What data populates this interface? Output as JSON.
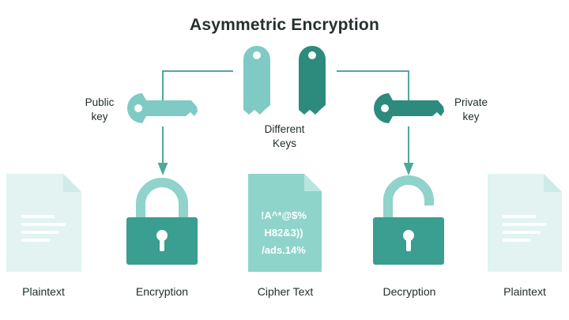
{
  "title": "Asymmetric Encryption",
  "labels": {
    "public_key": [
      "Public",
      "key"
    ],
    "private_key": [
      "Private",
      "key"
    ],
    "different_keys": [
      "Different",
      "Keys"
    ]
  },
  "stages": [
    {
      "id": "plaintext-left",
      "label": "Plaintext"
    },
    {
      "id": "encryption",
      "label": "Encryption"
    },
    {
      "id": "cipher-text",
      "label": "Cipher Text"
    },
    {
      "id": "decryption",
      "label": "Decryption"
    },
    {
      "id": "plaintext-right",
      "label": "Plaintext"
    }
  ],
  "cipher_lines": [
    "!A^*@$%",
    "H82&3))",
    "/ads.14%"
  ],
  "icons": {
    "public_key": "key-icon",
    "private_key": "key-icon",
    "lock_closed": "lock-closed-icon",
    "lock_open": "lock-open-icon",
    "document": "document-icon"
  },
  "colors": {
    "public_key": "#7fcac4",
    "private_key": "#2c8b7c",
    "lock_body": "#3a9e90",
    "lock_shackle": "#8fd3cb",
    "document_light": "#e2f3f1",
    "document_cipher": "#8ed4cb",
    "line": "#4fa89c",
    "text": "#1f2d2b"
  }
}
